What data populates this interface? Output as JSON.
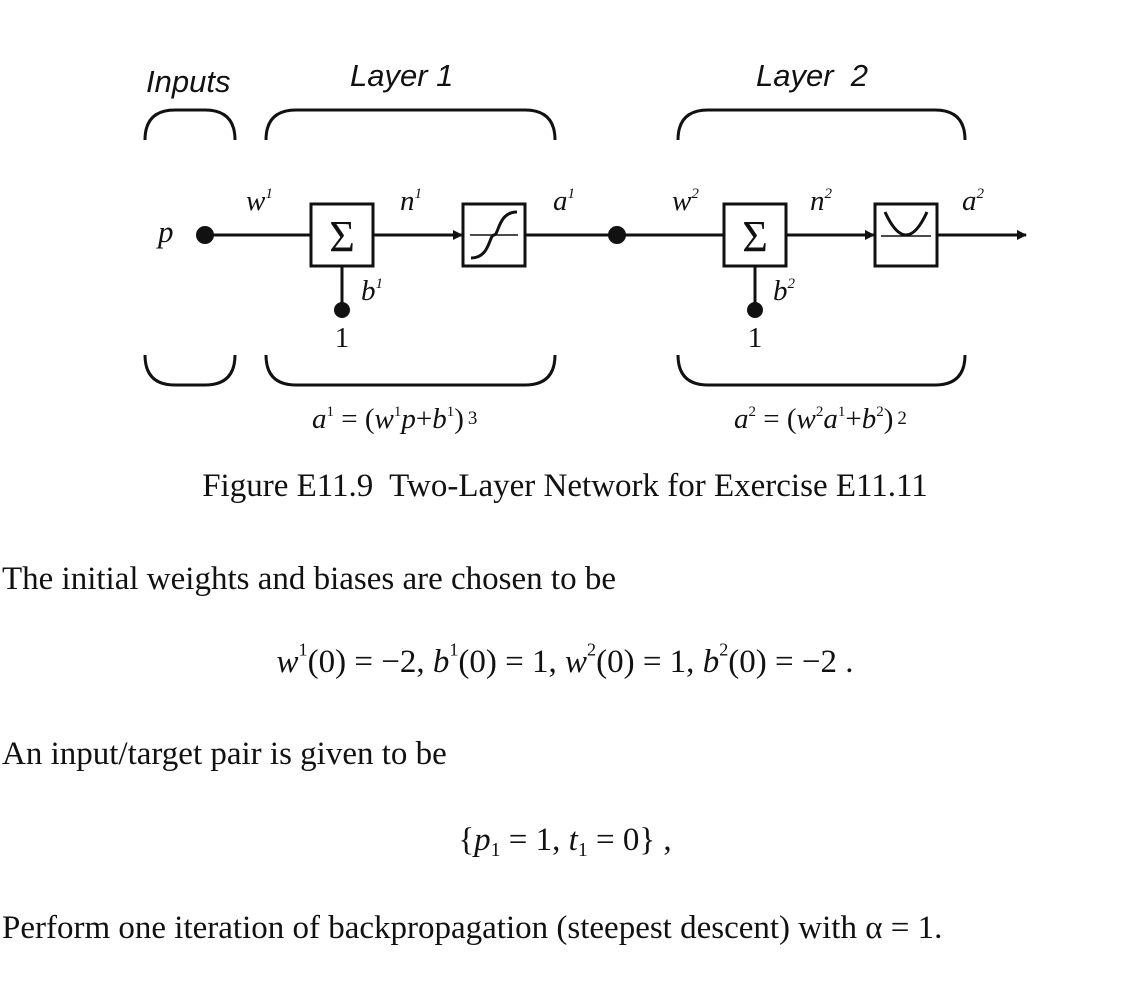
{
  "figure": {
    "labels": {
      "inputs": "Inputs",
      "layer1": "Layer 1",
      "layer2": "Layer  2",
      "p": "p",
      "w1_base": "w",
      "w1_sup": "1",
      "n1_base": "n",
      "n1_sup": "1",
      "a1_base": "a",
      "a1_sup": "1",
      "b1_base": "b",
      "b1_sup": "1",
      "one_1": "1",
      "w2_base": "w",
      "w2_sup": "2",
      "n2_base": "n",
      "n2_sup": "2",
      "a2_base": "a",
      "a2_sup": "2",
      "b2_base": "b",
      "b2_sup": "2",
      "one_2": "1",
      "sum_symbol": "Σ"
    },
    "eq1": {
      "a": "a",
      "a_sup": "1",
      "mid1": " = (",
      "w": "w",
      "w_sup": "1",
      "p": "p",
      "plus": "+",
      "b": "b",
      "b_sup": "1",
      "close": ")",
      "exp": "3"
    },
    "eq2": {
      "a": "a",
      "a_sup": "2",
      "mid1": " = (",
      "w": "w",
      "w_sup": "2",
      "a_in": "a",
      "a_in_sup": "1",
      "plus": "+",
      "b": "b",
      "b_sup": "2",
      "close": ")",
      "exp": "2"
    }
  },
  "caption": "Figure E11.9  Two-Layer Network for Exercise E11.11",
  "para1": "The initial weights and biases are chosen to be",
  "init_eq": {
    "w": "w",
    "w1_sup": "1",
    "v1": "(0) = −2, ",
    "b": "b",
    "b1_sup": "1",
    "v2": "(0) = 1, ",
    "w2_sup": "2",
    "v3": "(0) = 1, ",
    "b2_sup": "2",
    "v4": "(0) = −2 ."
  },
  "para2": "An input/target pair is given to be",
  "pair_eq": {
    "open": "{",
    "p": "p",
    "p_sub": "1",
    "v1": " = 1, ",
    "t": "t",
    "t_sub": "1",
    "v2": " = 0} ,"
  },
  "para3": "Perform one iteration of backpropagation (steepest descent) with α = 1."
}
